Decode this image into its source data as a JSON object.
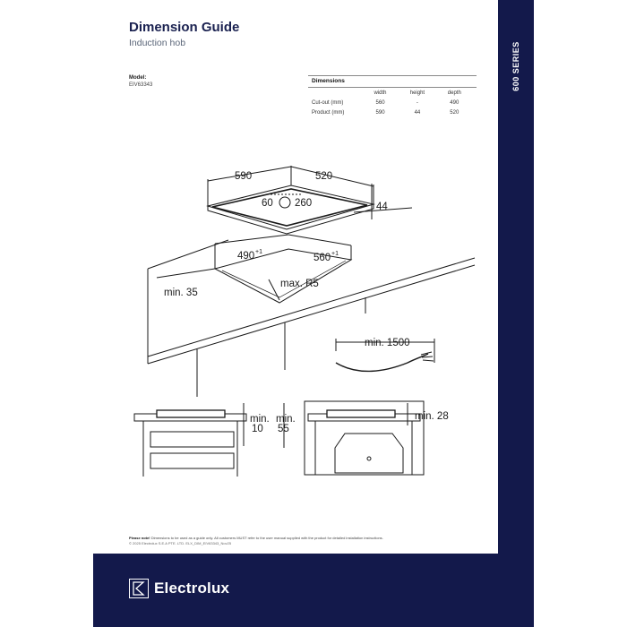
{
  "header": {
    "title": "Dimension Guide",
    "subtitle": "Induction hob"
  },
  "series": "600 SERIES",
  "model": {
    "label": "Model:",
    "value": "EIV63343"
  },
  "dimensions_table": {
    "title": "Dimensions",
    "columns": [
      "",
      "width",
      "height",
      "depth"
    ],
    "rows": [
      {
        "label": "Cut-out (mm)",
        "width": "560",
        "height": "-",
        "depth": "490"
      },
      {
        "label": "Product (mm)",
        "width": "590",
        "height": "44",
        "depth": "520"
      }
    ]
  },
  "diagram_labels": {
    "product_width": "590",
    "product_depth": "520",
    "height": "44",
    "cable_left": "60",
    "cable_right": "260",
    "cutout_depth": "490",
    "cutout_depth_tol": "+1",
    "cutout_width": "560",
    "cutout_width_tol": "+1",
    "radius": "max. R5",
    "edge_distance": "min. 35",
    "cable_length": "min. 1500",
    "gap_a_1": "min.",
    "gap_a_2": "10",
    "gap_b_1": "min.",
    "gap_b_2": "55",
    "gap_c": "min. 28"
  },
  "footer": {
    "note_label": "Please note!",
    "note_text": " Dimensions to be used as a guide only. All customers MUST refer to the user manual supplied with the product for detailed installation instructions.",
    "copyright": "© 2025 Electrolux S.E.A PTE. LTD. ELX_DIM_EIV63343_Nov25",
    "brand": "Electrolux"
  },
  "colors": {
    "navy": "#13194b",
    "title": "#1a2150"
  }
}
